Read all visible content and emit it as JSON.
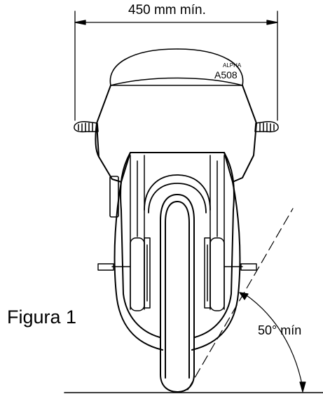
{
  "dimension_label": "450 mm mín.",
  "figure_label": "Figura 1",
  "angle_label": "50° mín"
}
